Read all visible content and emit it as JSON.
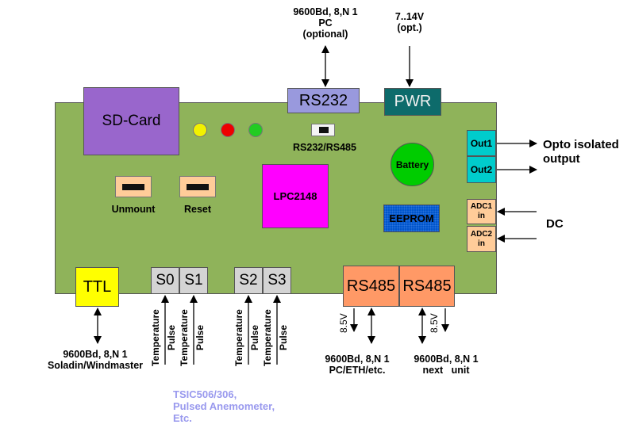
{
  "board": {
    "color": "#8fb35a"
  },
  "components": {
    "sd_card": "SD-Card",
    "lpc": "LPC2148",
    "battery": "Battery",
    "eeprom": "EEPROM",
    "rs232": "RS232",
    "pwr": "PWR",
    "out1": "Out1",
    "out2": "Out2",
    "adc1": [
      "ADC1",
      "in"
    ],
    "adc2": [
      "ADC2",
      "in"
    ],
    "ttl": "TTL",
    "s0": "S0",
    "s1": "S1",
    "s2": "S2",
    "s3": "S3",
    "rs485_a": "RS485",
    "rs485_b": "RS485",
    "unmount": "Unmount",
    "reset": "Reset",
    "switch_label": "RS232/RS485"
  },
  "leds": [
    "#f2f200",
    "#ee0000",
    "#22cc22"
  ],
  "labels": {
    "rs232_ext": [
      "9600Bd, 8,N 1",
      "PC",
      "(optional)"
    ],
    "pwr_ext": [
      "7..14V",
      "(opt.)"
    ],
    "opto": [
      "Opto isolated",
      "output"
    ],
    "dc": "DC",
    "ttl_ext": [
      "9600Bd, 8,N 1",
      "Soladin/Windmaster"
    ],
    "sensor_a": "Temperature",
    "sensor_b": "Pulse",
    "tsic": [
      "TSIC506/306,",
      "Pulsed Anemometer,",
      "Etc."
    ],
    "rs485_left": [
      "9600Bd, 8,N 1",
      "PC/ETH/etc."
    ],
    "rs485_right": [
      "9600Bd, 8,N 1",
      "next   unit"
    ],
    "volt": "8.5V"
  },
  "colors": {
    "sd": "#9966cc",
    "lpc": "#ff00ff",
    "battery": "#00cc00",
    "eeprom": "#0055cc",
    "rs232": "#9999dd",
    "pwr": "#0d6b6b",
    "out": "#00cccc",
    "adc": "#ffcc99",
    "ttl": "#ffff00",
    "sensor": "#d4d4d4",
    "rs485": "#ff9966",
    "button": "#ffcc99",
    "tsic": "#9999ee"
  }
}
